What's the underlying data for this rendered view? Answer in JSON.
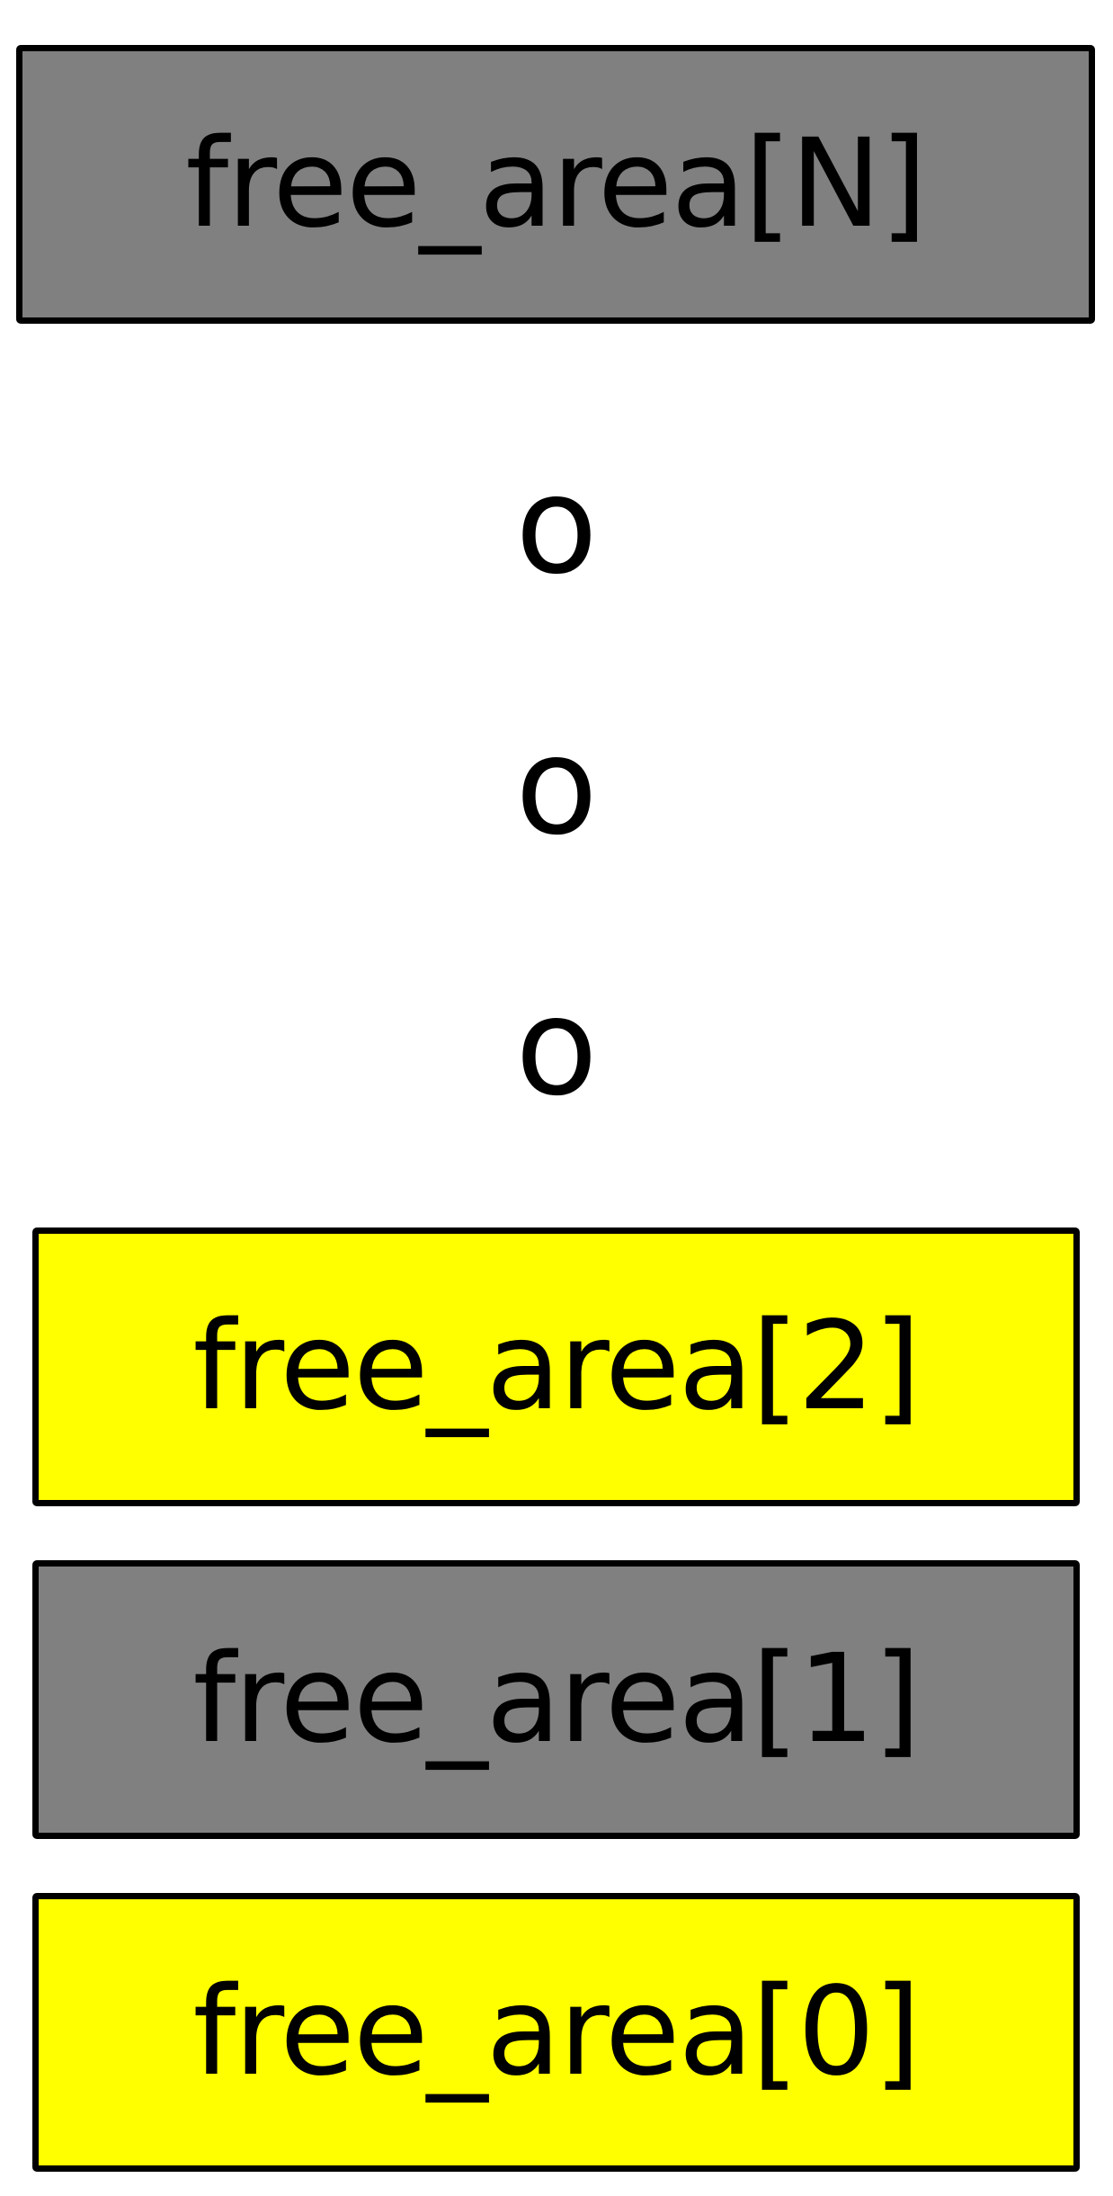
{
  "diagram": {
    "boxes": [
      {
        "label": "free_area[N]",
        "fill": "#808080"
      },
      {
        "label": "free_area[2]",
        "fill": "#ffff00"
      },
      {
        "label": "free_area[1]",
        "fill": "#808080"
      },
      {
        "label": "free_area[0]",
        "fill": "#ffff00"
      }
    ],
    "ellipsis": [
      "o",
      "o",
      "o"
    ]
  }
}
